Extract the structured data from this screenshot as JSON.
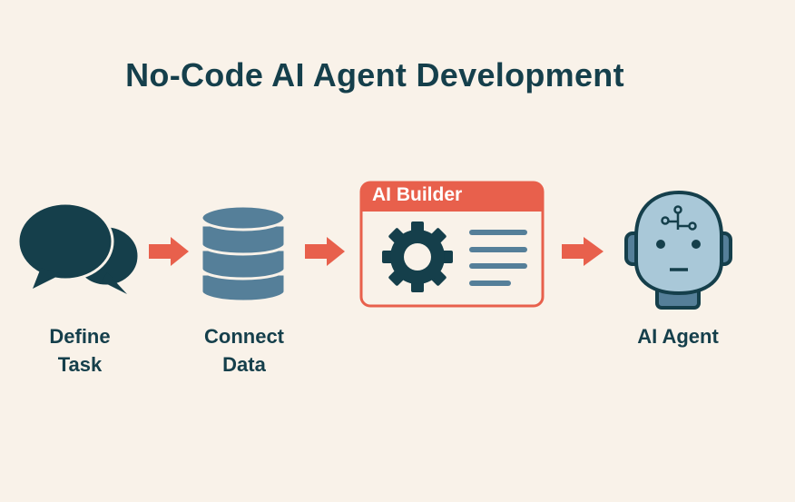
{
  "title": "No-Code AI Agent Development",
  "steps": [
    {
      "line1": "Define",
      "line2": "Task",
      "icon": "chat-bubbles-icon"
    },
    {
      "line1": "Connect",
      "line2": "Data",
      "icon": "database-icon"
    },
    {
      "header": "AI Builder",
      "icon": "builder-window-icon"
    },
    {
      "line1": "AI Agent",
      "icon": "robot-head-icon"
    }
  ],
  "colors": {
    "background": "#f9f2e9",
    "dark": "#153f4b",
    "blue": "#557f99",
    "accent": "#e8604c",
    "face": "#a9c8d8"
  }
}
